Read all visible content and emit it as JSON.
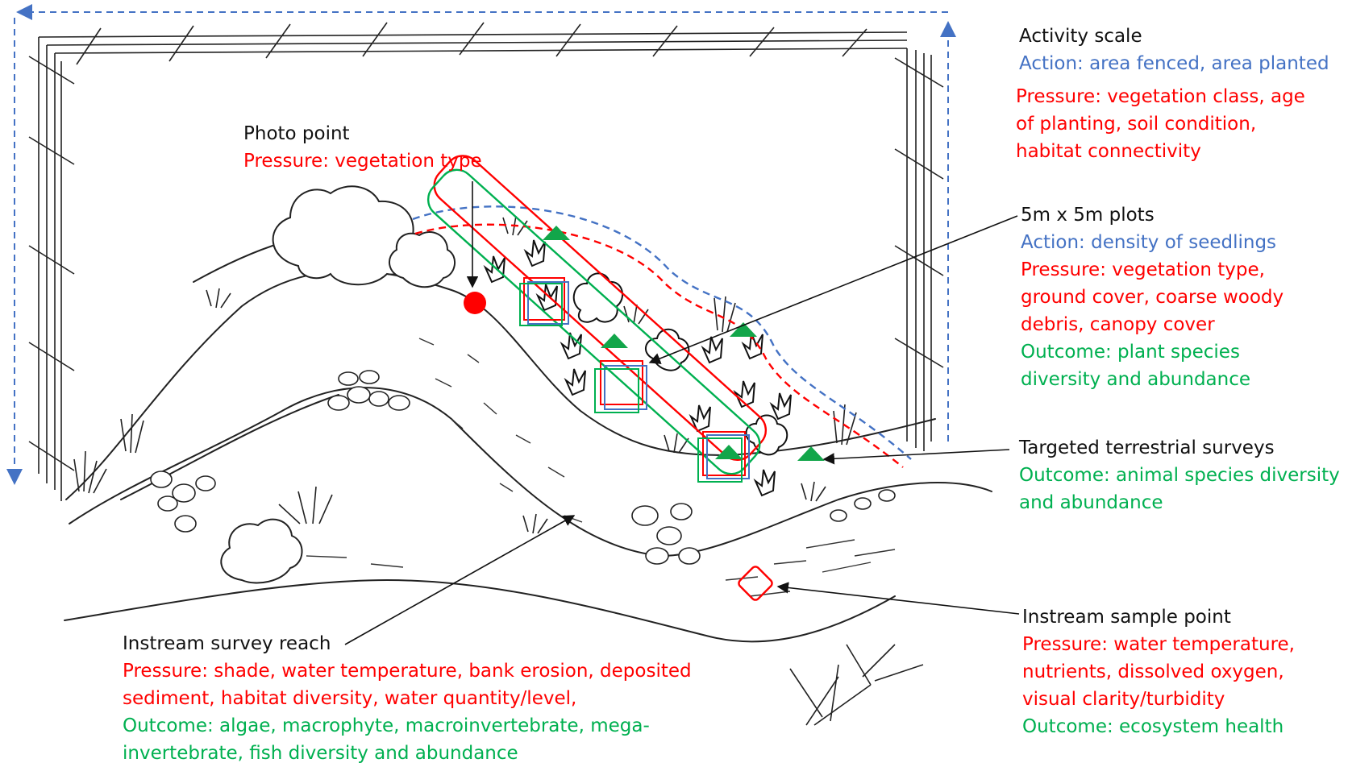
{
  "colors": {
    "action": "#4472c4",
    "pressure": "#ff0000",
    "outcome": "#00b050",
    "ink": "#111111",
    "photo_point": "#ff0000",
    "survey_marker": "#12a64a"
  },
  "activity_scale": {
    "title": "Activity scale",
    "action": "Action: area fenced, area planted",
    "pressure_lines": [
      "Pressure: vegetation class, age",
      "of planting, soil condition,",
      "habitat connectivity"
    ]
  },
  "photo_point": {
    "title": "Photo point",
    "pressure": "Pressure: vegetation type"
  },
  "plots": {
    "title": "5m x 5m plots",
    "action": "Action: density of seedlings",
    "pressure_lines": [
      "Pressure: vegetation type,",
      "ground cover, coarse woody",
      "debris, canopy cover"
    ],
    "outcome_lines": [
      "Outcome: plant species",
      "diversity and abundance"
    ]
  },
  "terrestrial": {
    "title": "Targeted terrestrial surveys",
    "outcome_lines": [
      "Outcome: animal species diversity",
      "and abundance"
    ]
  },
  "survey_reach": {
    "title": "Instream survey reach",
    "pressure_lines": [
      "Pressure: shade, water temperature, bank erosion, deposited",
      "sediment, habitat diversity, water quantity/level,"
    ],
    "outcome_lines": [
      "Outcome: algae, macrophyte, macroinvertebrate, mega-",
      "invertebrate, fish diversity and abundance"
    ]
  },
  "sample_point": {
    "title": "Instream sample point",
    "pressure_lines": [
      "Pressure: water temperature,",
      "nutrients, dissolved oxygen,",
      "visual clarity/turbidity"
    ],
    "outcome": "Outcome: ecosystem health"
  }
}
